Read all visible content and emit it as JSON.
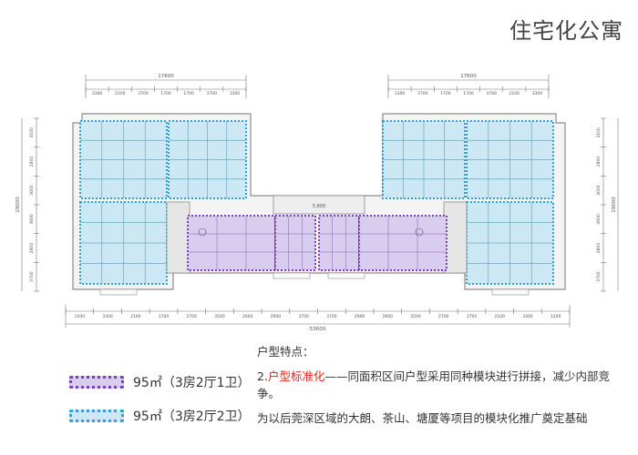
{
  "title": "住宅化公寓",
  "legend": [
    {
      "label": "95㎡（3房2厅1卫）",
      "color": "#7b3fbf",
      "fill": "#d9cdef"
    },
    {
      "label": "95㎡（3房2厅2卫）",
      "color": "#2aa3d6",
      "fill": "#cbe8f4"
    }
  ],
  "features": {
    "heading": "户型特点：",
    "item_num": "2.",
    "item_highlight": "户型标准化",
    "item_rest": "——同面积区间户型采用同种模块进行拼接，减少内部竞争。",
    "note": "为以后莞深区域的大朗、茶山、塘厦等项目的模块化推广奠定基础"
  },
  "plan": {
    "top_total_left": "17600",
    "top_total_right": "17600",
    "top_dims_left": [
      "3300",
      "2100",
      "3700",
      "1700",
      "1700",
      "3700",
      "3300"
    ],
    "top_dims_right": [
      "3300",
      "3700",
      "1700",
      "1700",
      "3700",
      "2100",
      "3300"
    ],
    "side_total_left": "19000",
    "side_total_right": "19000",
    "side_dims_left": [
      "3100",
      "2800",
      "3000",
      "3600",
      "2800",
      "3700"
    ],
    "side_dims_right": [
      "3100",
      "2800",
      "3000",
      "3600",
      "2800",
      "3700"
    ],
    "bottom_dims": [
      "1200",
      "3300",
      "2100",
      "3700",
      "2700",
      "3500",
      "2600",
      "2900",
      "3700",
      "3700",
      "2900",
      "2600",
      "3500",
      "2700",
      "3700",
      "2100",
      "3300",
      "1200"
    ],
    "bottom_total": "53600",
    "corridor_label": "5,800"
  }
}
